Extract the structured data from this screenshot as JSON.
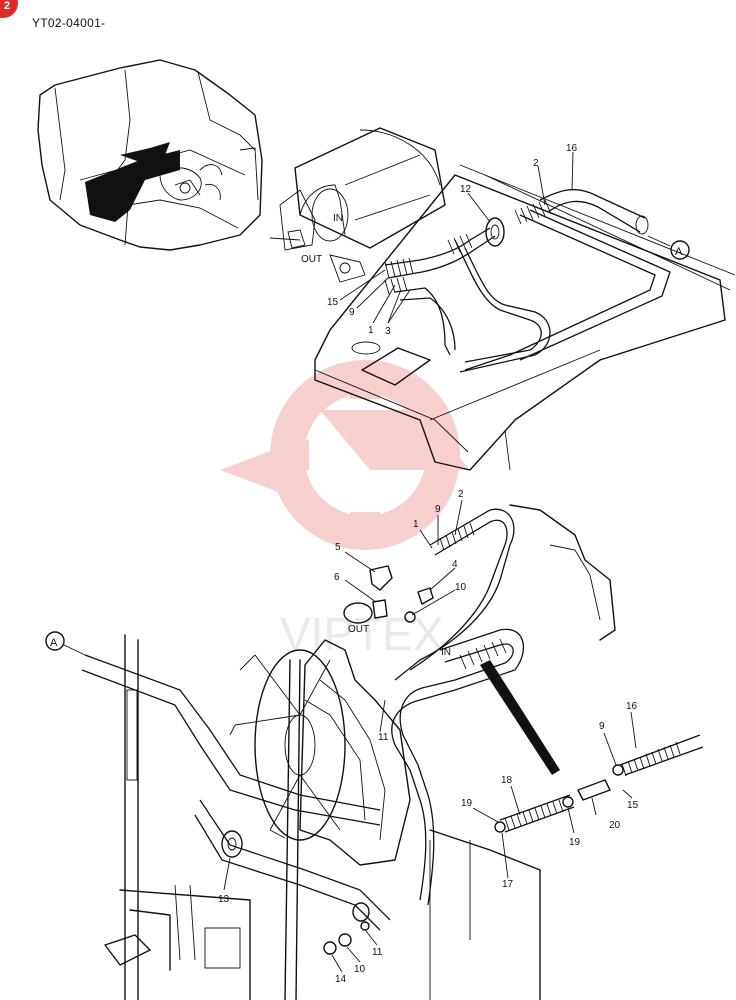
{
  "document": {
    "code": "YT02-04001-",
    "badge": "2",
    "watermark_text": "VIPTEX"
  },
  "upper_view": {
    "port_labels": {
      "in": "IN",
      "out": "OUT"
    },
    "callouts": [
      "16",
      "2",
      "12",
      "15",
      "9",
      "1",
      "3"
    ],
    "reference_marker": "A"
  },
  "lower_view": {
    "port_labels": {
      "in": "IN",
      "out": "OUT"
    },
    "reference_marker": "A",
    "callouts": [
      "2",
      "9",
      "1",
      "5",
      "4",
      "6",
      "10",
      "11",
      "16",
      "9",
      "18",
      "19",
      "15",
      "20",
      "19",
      "13",
      "17",
      "14",
      "10",
      "11"
    ]
  },
  "colors": {
    "line": "#111111",
    "watermark": "#f2a8a8",
    "badge": "#e02a2a",
    "fill_dark": "#111111"
  }
}
